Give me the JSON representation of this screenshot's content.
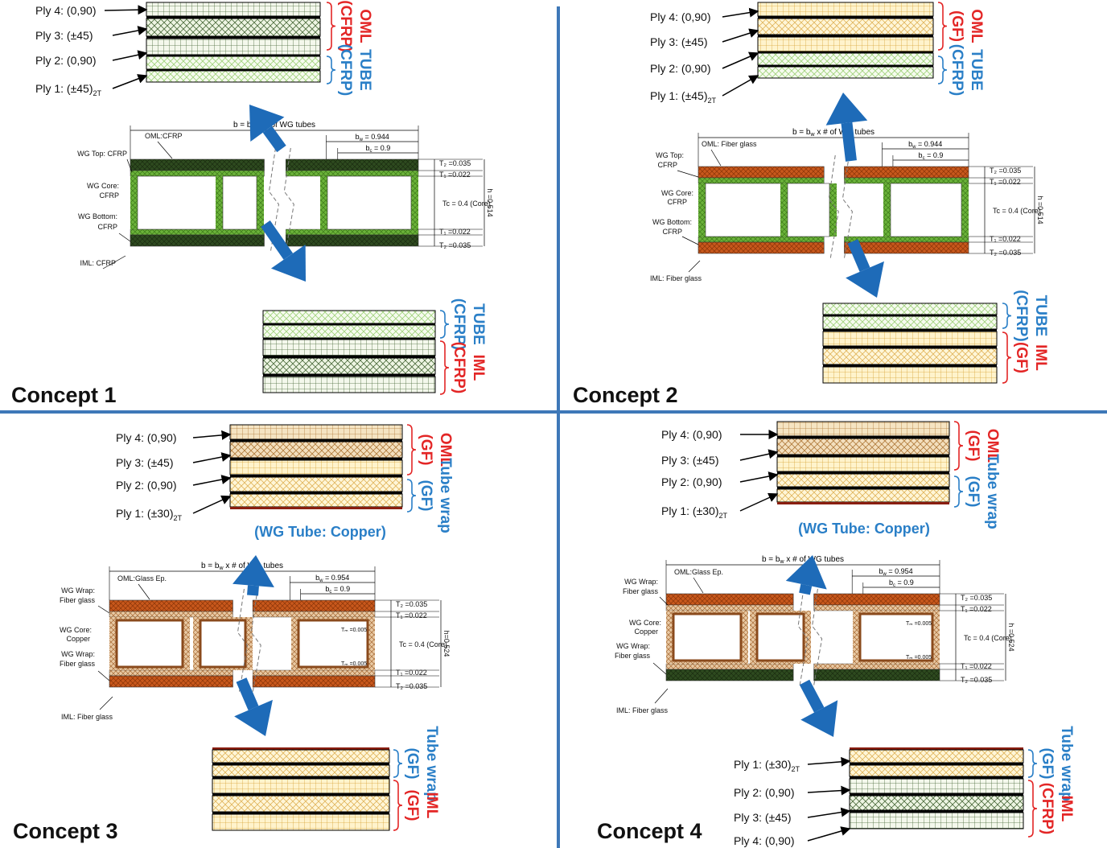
{
  "concepts": [
    {
      "title": "Concept 1",
      "top_stack": {
        "ply_labels": [
          "Ply  4: (0,90)",
          "Ply 3: (±45)",
          "Ply 2: (0,90)",
          "Ply 1: (±45)"
        ],
        "ply1_sub": "2T",
        "group_upper": {
          "main": "OML",
          "sub": "(CFRP)",
          "color": "#e32626"
        },
        "group_lower": {
          "main": "TUBE",
          "sub": "(CFRP)",
          "color": "#2a7fc7"
        }
      },
      "bottom_stack": {
        "group_upper": {
          "main": "TUBE",
          "sub": "(CFRP)",
          "color": "#2a7fc7"
        },
        "group_lower": {
          "main": "IML",
          "sub": "(CFRP)",
          "color": "#e32626"
        }
      },
      "drawing": {
        "b_label": "b = b",
        "b_label_rest": " x # of WG tubes",
        "bw_label": "b",
        "bw_value": " = 0.944",
        "bc_label": "b",
        "bc_value": " = 0.9",
        "t2": "T₂ =0.035",
        "t1": "T₁ =0.022",
        "tc": "Tc = 0.4 (Core)",
        "h": "h =0.514",
        "labels": [
          "OML:CFRP",
          "WG Top: CFRP",
          "WG Core:",
          "CFRP",
          "WG Bottom:",
          "CFRP",
          "IML: CFRP"
        ],
        "skin_color": "#2e4a1f",
        "core_color": "#6bb33a"
      }
    },
    {
      "title": "Concept 2",
      "top_stack": {
        "ply_labels": [
          "Ply 4: (0,90)",
          "Ply 3: (±45)",
          "Ply 2: (0,90)",
          "Ply 1: (±45)"
        ],
        "ply1_sub": "2T",
        "group_upper": {
          "main": "OML",
          "sub": "(GF)",
          "color": "#e32626"
        },
        "group_lower": {
          "main": "TUBE",
          "sub": "(CFRP)",
          "color": "#2a7fc7"
        }
      },
      "bottom_stack": {
        "group_upper": {
          "main": "TUBE",
          "sub": "(CFRP)",
          "color": "#2a7fc7"
        },
        "group_lower": {
          "main": "IML",
          "sub": "(GF)",
          "color": "#e32626"
        }
      },
      "drawing": {
        "b_label": "b = b",
        "b_label_rest": " x # of WG tubes",
        "bw_label": "b",
        "bw_value": " = 0.944",
        "bc_label": "b",
        "bc_value": " = 0.9",
        "t2": "T₂ =0.035",
        "t1": "T₁ =0.022",
        "tc": "Tc = 0.4 (Core)",
        "h": "h =0.514",
        "labels": [
          "OML: Fiber glass",
          "WG Top:",
          "CFRP",
          "WG Core:",
          "CFRP",
          "WG Bottom:",
          "CFRP",
          "IML: Fiber glass"
        ],
        "skin_color": "#c8581c",
        "core_color": "#6bb33a"
      }
    },
    {
      "title": "Concept 3",
      "top_stack": {
        "ply_labels": [
          "Ply 4: (0,90)",
          "Ply 3: (±45)",
          "Ply 2: (0,90)",
          "Ply 1: (±30)"
        ],
        "ply1_sub": "2T",
        "group_upper": {
          "main": "OML",
          "sub": "(GF)",
          "color": "#e32626"
        },
        "group_lower": {
          "main": "Tube wrap",
          "sub": "(GF)",
          "color": "#2a7fc7"
        },
        "tube_label": "(WG Tube: Copper)"
      },
      "bottom_stack": {
        "group_upper": {
          "main": "Tube wrap",
          "sub": "(GF)",
          "color": "#2a7fc7"
        },
        "group_lower": {
          "main": "IML",
          "sub": "(GF)",
          "color": "#e32626"
        }
      },
      "drawing": {
        "b_label": "b = b",
        "b_label_rest": " x # of WG tubes",
        "bw_label": "b",
        "bw_value": " = 0.954",
        "bc_label": "b",
        "bc_value": " = 0.9",
        "t2": "T₂ =0.035",
        "t1": "T₁ =0.022",
        "tc": "Tc = 0.4 (Core)",
        "h": "h=0.524",
        "tm": "Tₘ =0.005",
        "labels": [
          "OML:Glass Ep.",
          "WG Wrap:",
          "Fiber glass",
          "WG Core:",
          "Copper",
          "WG Wrap:",
          "Fiber glass",
          "IML: Fiber glass"
        ],
        "skin_color": "#c8581c",
        "core_color": "#e0b894"
      }
    },
    {
      "title": "Concept 4",
      "top_stack": {
        "ply_labels": [
          "Ply 4: (0,90)",
          "Ply 3: (±45)",
          "Ply 2: (0,90)",
          "Ply 1: (±30)"
        ],
        "ply1_sub": "2T",
        "group_upper": {
          "main": "OML",
          "sub": "(GF)",
          "color": "#e32626"
        },
        "group_lower": {
          "main": "Tube wrap",
          "sub": "(GF)",
          "color": "#2a7fc7"
        },
        "tube_label": "(WG Tube: Copper)"
      },
      "bottom_stack": {
        "ply_labels": [
          "Ply 1: (±30)",
          "Ply 2: (0,90)",
          "Ply 3: (±45)",
          "Ply 4: (0,90)"
        ],
        "ply1_sub": "2T",
        "group_upper": {
          "main": "Tube wrap",
          "sub": "(GF)",
          "color": "#2a7fc7"
        },
        "group_lower": {
          "main": "IML",
          "sub": "(CFRP)",
          "color": "#e32626"
        }
      },
      "drawing": {
        "b_label": "b = b",
        "b_label_rest": " x # of WG tubes",
        "bw_label": "b",
        "bw_value": " = 0.954",
        "bc_label": "b",
        "bc_value": " = 0.9",
        "t2": "T₂ =0.035",
        "t1": "T₁ =0.022",
        "tc": "Tc = 0.4 (Core)",
        "h": "h =0.524",
        "tm": "Tₘ =0.005",
        "labels": [
          "OML:Glass Ep.",
          "WG Wrap:",
          "Fiber glass",
          "WG Core:",
          "Copper",
          "WG Wrap:",
          "Fiber glass",
          "IML: Fiber glass"
        ],
        "skin_color": "#c8581c",
        "bottom_skin_color": "#3b5a22",
        "core_color": "#e0b894"
      }
    }
  ],
  "colors": {
    "divider": "#3e78b8",
    "arrow": "#1e6bb8",
    "cfrp_fill": "#eef5e3",
    "cfrp_hatch": "#4a6a3a",
    "gf_fill": "#fff3cc",
    "gf_hatch": "#d8a63a",
    "tube_hatch": "#9fd17a"
  }
}
